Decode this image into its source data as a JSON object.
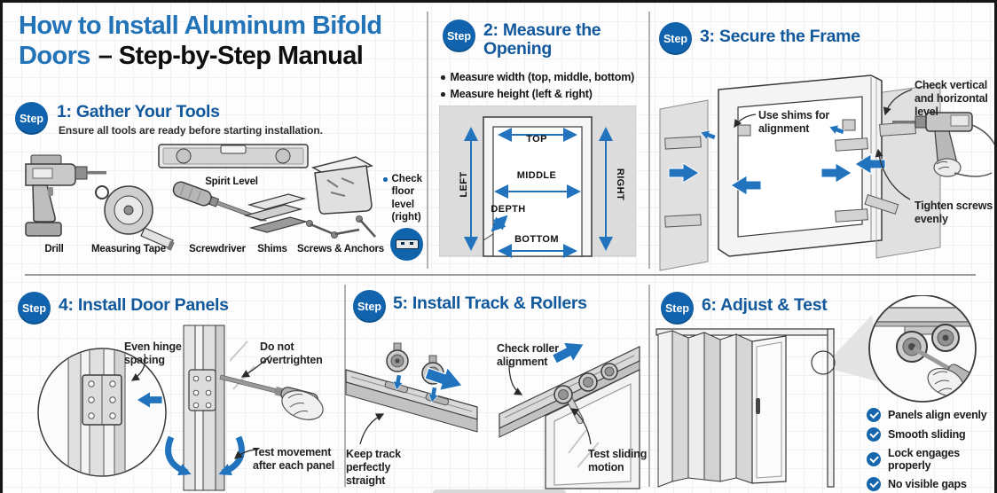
{
  "title": {
    "line1": "How to Install Aluminum Bifold",
    "line2_blue": "Doors",
    "line2_black": "– Step-by-Step Manual"
  },
  "badge_label": "Step",
  "colors": {
    "title_blue": "#2273b8",
    "heading_blue": "#11589d",
    "badge_blue": "#1063ac",
    "arrow_blue": "#2173bd",
    "check_blue": "#1566ad"
  },
  "steps": [
    {
      "heading": "1: Gather Your Tools",
      "subtitle": "Ensure all tools are ready before starting installation.",
      "spirit_level": "Spirit Level",
      "tool_labels": {
        "drill": "Drill",
        "tape": "Measuring Tape",
        "screwdriver": "Screwdriver",
        "shims": "Shims",
        "screws": "Screws & Anchors"
      },
      "note": "Check floor level (right)"
    },
    {
      "heading": "2: Measure the Opening",
      "bullets": [
        "Measure width (top, middle, bottom)",
        "Measure height (left & right)"
      ],
      "diagram": {
        "top": "TOP",
        "middle": "MIDDLE",
        "depth": "DEPTH",
        "bottom": "BOTTOM",
        "left": "LEFT",
        "right": "RIGHT"
      }
    },
    {
      "heading": "3: Secure the Frame",
      "labels": {
        "shims": "Use shims for alignment",
        "level": "Check vertical and horizontal level",
        "tighten": "Tighten screws evenly"
      }
    },
    {
      "heading": "4: Install Door Panels",
      "labels": {
        "spacing": "Even hinge spacing",
        "overtighten": "Do not overtrighten",
        "movement": "Test movement after each panel"
      }
    },
    {
      "heading": "5: Install Track & Rollers",
      "labels": {
        "alignment": "Check roller alignment",
        "straight": "Keep track perfectly straight",
        "sliding": "Test sliding motion"
      }
    },
    {
      "heading": "6: Adjust & Test",
      "checklist": [
        "Panels align evenly",
        "Smooth sliding",
        "Lock engages properly",
        "No visible gaps"
      ]
    }
  ]
}
